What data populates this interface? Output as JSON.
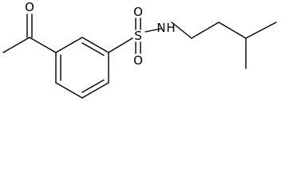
{
  "molecule": {
    "atoms": {
      "carbonyl_oxygen": "O",
      "sulfur": "S",
      "sulfonyl_oxygen_top": "O",
      "sulfonyl_oxygen_bottom": "O",
      "amine": "N",
      "amine_hydrogen": "H"
    }
  },
  "colors": {
    "bond": "#000000",
    "background": "#ffffff"
  }
}
